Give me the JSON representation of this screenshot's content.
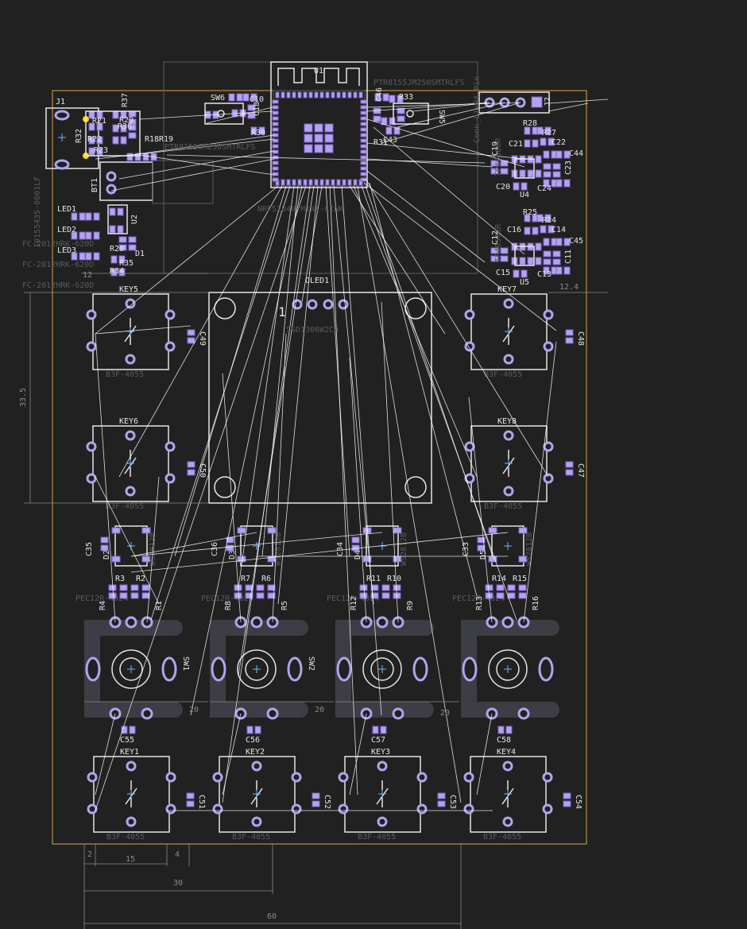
{
  "colors": {
    "background": "#212121",
    "silkscreen": "#e6e6e6",
    "fab": "#5a5a5a",
    "pad": "#b5a2ee",
    "pad_stroke": "#7a62cc",
    "edge_cuts": "#d9a24e",
    "ratsnest": "#ffffff",
    "dimension": "#8a8a8a",
    "logo": "#3d3d45"
  },
  "modules": {
    "U1": "U1",
    "U1_value": "PTR8155JM250SMTRLFS",
    "U1_value2": "PTR8155JM250SMTRLFS",
    "module_mini": "NRF52840-MINI-LINK",
    "J1": "J1",
    "J1_value": "10155435-0001LF",
    "J2": "J2",
    "J2_value": "Conn_01x04_Pin",
    "BT1": "BT1",
    "U2": "U2",
    "U4": "U4",
    "U5": "U5",
    "OLED1": "OLED1",
    "OLED1_pin1": "1",
    "OLED1_value": "SSD1306W2C4",
    "SW1": "SW1",
    "SW2": "SW2",
    "SW5": "SW5",
    "SW6": "SW6",
    "KEY1": "KEY1",
    "KEY2": "KEY2",
    "KEY3": "KEY3",
    "KEY4": "KEY4",
    "KEY5": "KEY5",
    "KEY6": "KEY6",
    "KEY7": "KEY7",
    "KEY8": "KEY8",
    "key_value": "B3F-4055",
    "enc_value": "PEC12R-4024",
    "led_value": "WS2812B",
    "fc1": "FC-2012HRK-620D",
    "fc2": "FC-2012HRK-620D",
    "fc3": "FC-2012HRK-620D",
    "tp": "TP4056GR",
    "tp2": "TP4056GR",
    "d_led": [
      "D2",
      "D3",
      "D4",
      "D5"
    ],
    "r_ring": [
      "R3",
      "R2",
      "R7",
      "R6",
      "R11",
      "R10",
      "R14",
      "R15"
    ],
    "r_side": [
      "R4",
      "R1",
      "R8",
      "R5",
      "R12",
      "R9",
      "R13",
      "R16"
    ],
    "caps_bottom": [
      "C55",
      "C56",
      "C57",
      "C58"
    ],
    "caps_keys_bottom": [
      "C51",
      "C52",
      "C53",
      "C54"
    ],
    "caps_keys_top": [
      "C49",
      "C50",
      "C48",
      "C47"
    ],
    "caps_led": [
      "C35",
      "C36",
      "C34",
      "C33"
    ],
    "led": [
      "LED1",
      "LED2",
      "LED3"
    ],
    "misc_left": [
      "R21",
      "R22",
      "R23",
      "R18",
      "R19",
      "R20",
      "R34",
      "R35",
      "R36",
      "R37",
      "D1",
      "C10",
      "C18",
      "R30",
      "C46",
      "R33",
      "R31",
      "C43",
      "R32",
      "R29"
    ],
    "misc_right": [
      "R28",
      "R27",
      "C21",
      "C22",
      "C44",
      "C19",
      "C23",
      "C20",
      "C24",
      "R25",
      "R24",
      "C16",
      "C14",
      "C12",
      "C45",
      "C11",
      "C15",
      "C13"
    ]
  },
  "dimensions": {
    "d12a": "12",
    "d12r": "12.4",
    "d33": "33.5",
    "d20a": "20",
    "d20b": "20",
    "d20c": "20",
    "d2": "2",
    "d15": "15",
    "d4": "4",
    "d30": "30",
    "d60": "60"
  }
}
